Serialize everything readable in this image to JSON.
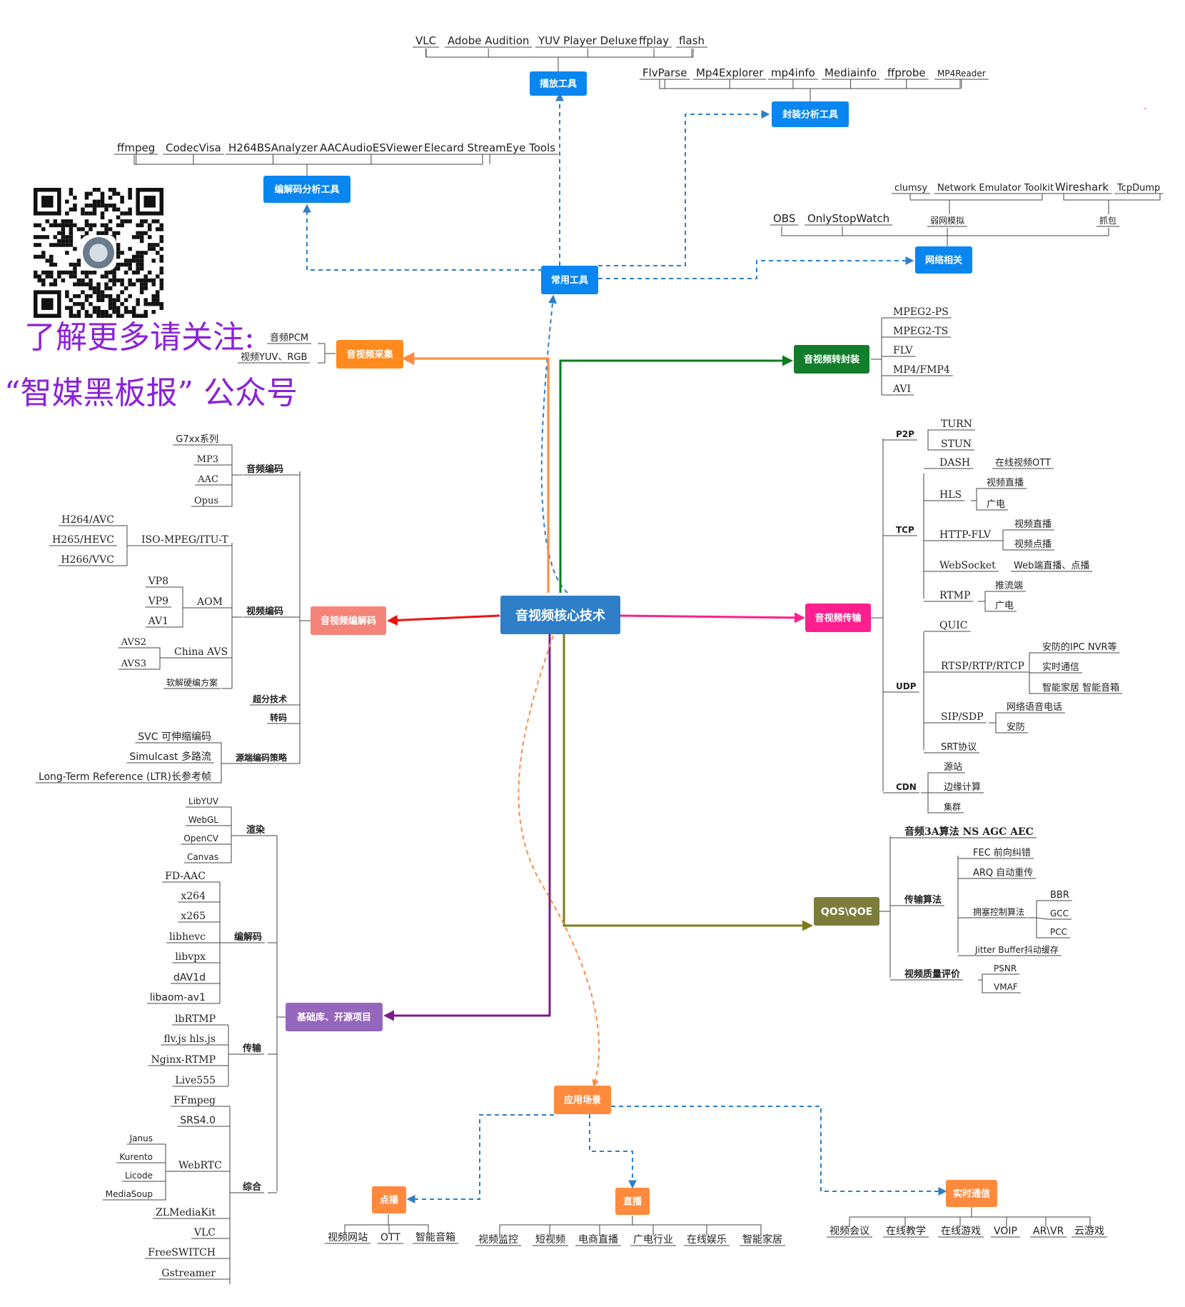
{
  "promo": {
    "line1": "了解更多请关注:",
    "line2": "“智媒黑板报” 公众号"
  },
  "colors": {
    "blue": "#0a86f0",
    "center": "#2f7fc8",
    "orange": "#ff8a3d",
    "green": "#0b7d1e",
    "pink": "#ff1f8e",
    "salmon": "#f4847a",
    "purple": "#9467bd",
    "olive": "#7c7d3a",
    "violet_text": "#8b22d6",
    "dash": "#2f7fc8"
  },
  "center": "音视频核心技术",
  "main_branches": {
    "common_tools": "常用工具",
    "capture": "音视频采集",
    "remux": "音视频转封装",
    "transmit": "音视频传输",
    "codec": "音视频编解码",
    "qos": "QOS\\QOE",
    "libs": "基础库、开源项目",
    "scenes": "应用场景"
  },
  "tools": {
    "player": {
      "label": "播放工具",
      "items": [
        "VLC",
        "Adobe Audition",
        "YUV Player Deluxe",
        "ffplay",
        "flash"
      ]
    },
    "container": {
      "label": "封装分析工具",
      "items": [
        "FlvParse",
        "Mp4Explorer",
        "mp4info",
        "Mediainfo",
        "ffprobe",
        "MP4Reader"
      ]
    },
    "codec": {
      "label": "编解码分析工具",
      "items": [
        "ffmpeg",
        "CodecVisa",
        "H264BSAnalyzer",
        "AACAudioESViewer",
        "Elecard StreamEye Tools"
      ]
    },
    "network": {
      "label": "网络相关",
      "items": [
        "OBS",
        "OnlyStopWatch",
        "弱网模拟",
        "抓包"
      ],
      "weak": [
        "clumsy",
        "Network Emulator Toolkit"
      ],
      "capture": [
        "Wireshark",
        "TcpDump"
      ]
    }
  },
  "capture_items": [
    "音频PCM",
    "视频YUV、RGB"
  ],
  "remux_items": [
    "MPEG2-PS",
    "MPEG2-TS",
    "FLV",
    "MP4/FMP4",
    "AVI"
  ],
  "transport": {
    "p2p": {
      "label": "P2P",
      "items": [
        "TURN",
        "STUN"
      ]
    },
    "tcp": {
      "label": "TCP",
      "dash": {
        "label": "DASH",
        "items": [
          "在线视频OTT"
        ]
      },
      "hls": {
        "label": "HLS",
        "items": [
          "视频直播",
          "广电"
        ]
      },
      "httpflv": {
        "label": "HTTP-FLV",
        "items": [
          "视频直播",
          "视频点播"
        ]
      },
      "websocket": {
        "label": "WebSocket",
        "items": [
          "Web端直播、点播"
        ]
      },
      "rtmp": {
        "label": "RTMP",
        "items": [
          "推流端",
          "广电"
        ]
      }
    },
    "udp": {
      "label": "UDP",
      "quic": "QUIC",
      "rtsp": {
        "label": "RTSP/RTP/RTCP",
        "items": [
          "安防的IPC NVR等",
          "实时通信",
          "智能家居 智能音箱"
        ]
      },
      "sip": {
        "label": "SIP/SDP",
        "items": [
          "网络语音电话",
          "安防"
        ]
      },
      "srt": "SRT协议"
    },
    "cdn": {
      "label": "CDN",
      "items": [
        "源站",
        "边缘计算",
        "集群"
      ]
    }
  },
  "codec": {
    "audio": {
      "label": "音频编码",
      "items": [
        "G7xx系列",
        "MP3",
        "AAC",
        "Opus"
      ]
    },
    "video": {
      "label": "视频编码",
      "iso": {
        "label": "ISO-MPEG/ITU-T",
        "items": [
          "H264/AVC",
          "H265/HEVC",
          "H266/VVC"
        ]
      },
      "aom": {
        "label": "AOM",
        "items": [
          "VP8",
          "VP9",
          "AV1"
        ]
      },
      "china": {
        "label": "China AVS",
        "items": [
          "AVS2",
          "AVS3"
        ]
      },
      "hw": "软解硬编方案"
    },
    "sr": "超分技术",
    "transcode": "转码",
    "strategy": {
      "label": "源端编码策略",
      "items": [
        "SVC 可伸缩编码",
        "Simulcast 多路流",
        "Long-Term Reference (LTR)长参考帧"
      ]
    }
  },
  "qos": {
    "a3": "音频3A算法 NS AGC AEC",
    "trans": {
      "label": "传输算法",
      "fec": "FEC 前向纠错",
      "arq": "ARQ 自动重传",
      "cc": {
        "label": "拥塞控制算法",
        "items": [
          "BBR",
          "GCC",
          "PCC"
        ]
      },
      "jitter": "Jitter Buffer抖动缓存"
    },
    "quality": {
      "label": "视频质量评价",
      "items": [
        "PSNR",
        "VMAF"
      ]
    }
  },
  "libs": {
    "render": {
      "label": "渲染",
      "items": [
        "LibYUV",
        "WebGL",
        "OpenCV",
        "Canvas"
      ]
    },
    "codec": {
      "label": "编解码",
      "items": [
        "FD-AAC",
        "x264",
        "x265",
        "libhevc",
        "libvpx",
        "dAV1d",
        "libaom-av1"
      ]
    },
    "trans": {
      "label": "传输",
      "items": [
        "lbRTMP",
        "flv.js hls.js",
        "Nginx-RTMP",
        "Live555"
      ]
    },
    "general": {
      "label": "综合",
      "items": [
        "FFmpeg",
        "SRS4.0",
        "ZLMediaKit",
        "VLC",
        "FreeSWITCH",
        "Gstreamer"
      ],
      "webrtc": {
        "label": "WebRTC",
        "items": [
          "Janus",
          "Kurento",
          "Licode",
          "MediaSoup"
        ]
      }
    }
  },
  "scenes": {
    "vod": {
      "label": "点播",
      "items": [
        "视频网站",
        "OTT",
        "智能音箱"
      ]
    },
    "live": {
      "label": "直播",
      "items": [
        "视频监控",
        "短视频",
        "电商直播",
        "广电行业",
        "在线娱乐",
        "智能家居"
      ]
    },
    "rtc": {
      "label": "实时通信",
      "items": [
        "视频会议",
        "在线教学",
        "在线游戏",
        "VOIP",
        "AR\\VR",
        "云游戏"
      ]
    }
  }
}
